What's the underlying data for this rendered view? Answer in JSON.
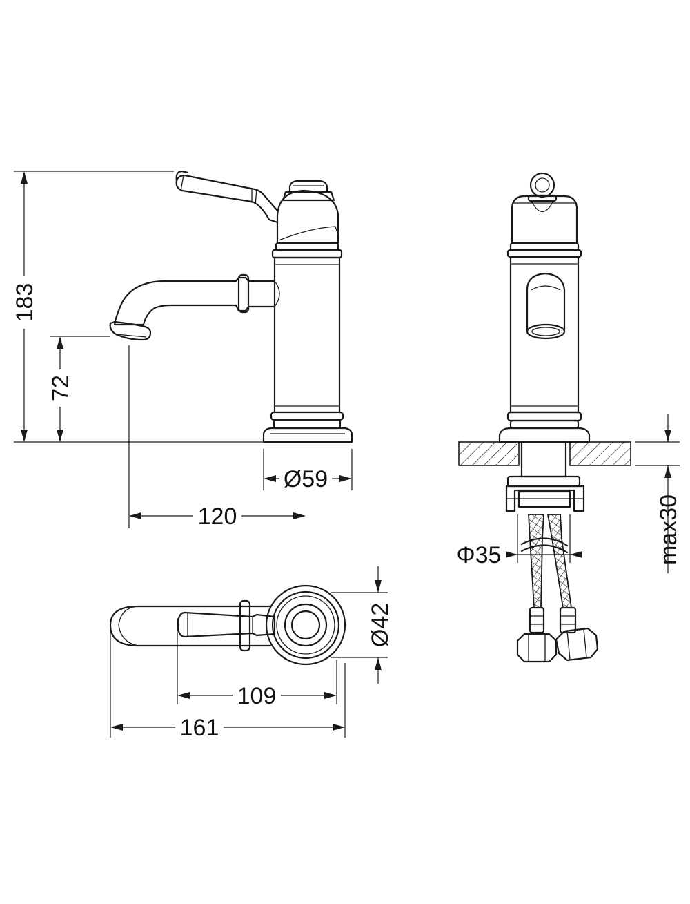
{
  "dimensions": {
    "total_height": "183",
    "spout_height": "72",
    "base_diameter": "Ø59",
    "spout_reach": "120",
    "hose_diameter": "Φ35",
    "max_deck_thickness": "max30",
    "top_diameter": "Ø42",
    "handle_length": "109",
    "overall_length": "161"
  },
  "colors": {
    "line": "#1a1a1a",
    "background": "#ffffff"
  }
}
